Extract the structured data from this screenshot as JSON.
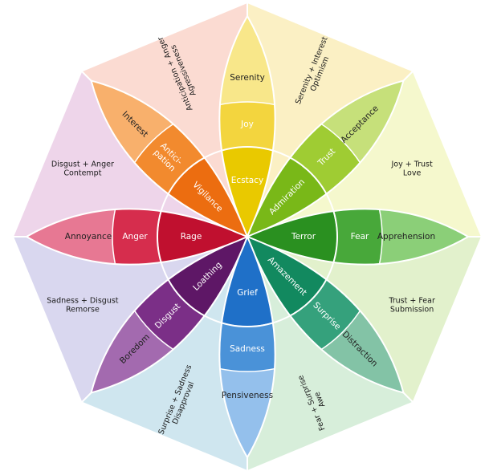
{
  "petals": [
    {
      "id": "joy",
      "color": "#f2cf12",
      "rings": [
        {
          "label": "Ecstacy",
          "color": "#e9c900",
          "dark": false
        },
        {
          "label": "Joy",
          "color": "#f3d53e",
          "dark": false
        },
        {
          "label": "Serenity",
          "color": "#f8e78a",
          "dark": true
        }
      ]
    },
    {
      "id": "trust",
      "color": "#8dc21f",
      "rings": [
        {
          "label": "Admiration",
          "color": "#79b818",
          "dark": false
        },
        {
          "label": "Trust",
          "color": "#9fcc33",
          "dark": false
        },
        {
          "label": "Acceptance",
          "color": "#c6e07a",
          "dark": true
        }
      ]
    },
    {
      "id": "fear",
      "color": "#2f9a24",
      "rings": [
        {
          "label": "Terror",
          "color": "#2a9020",
          "dark": false
        },
        {
          "label": "Fear",
          "color": "#48a83a",
          "dark": false
        },
        {
          "label": "Apprehension",
          "color": "#8bcf78",
          "dark": true
        }
      ]
    },
    {
      "id": "surprise",
      "color": "#16946a",
      "rings": [
        {
          "label": "Amazement",
          "color": "#12895f",
          "dark": false
        },
        {
          "label": "Surprise",
          "color": "#35a17c",
          "dark": false
        },
        {
          "label": "Distraction",
          "color": "#83c3a6",
          "dark": true
        }
      ]
    },
    {
      "id": "sadness",
      "color": "#2b7fd0",
      "rings": [
        {
          "label": "Grief",
          "color": "#1f70c8",
          "dark": false
        },
        {
          "label": "Sadness",
          "color": "#4a92d8",
          "dark": false
        },
        {
          "label": "Pensiveness",
          "color": "#94c0ec",
          "dark": true
        }
      ]
    },
    {
      "id": "disgust",
      "color": "#6a1e77",
      "rings": [
        {
          "label": "Loathing",
          "color": "#5e1766",
          "dark": false
        },
        {
          "label": "Disgust",
          "color": "#7b2f87",
          "dark": false
        },
        {
          "label": "Boredom",
          "color": "#a36aaf",
          "dark": true
        }
      ]
    },
    {
      "id": "anger",
      "color": "#cc1939",
      "rings": [
        {
          "label": "Rage",
          "color": "#c0102f",
          "dark": false
        },
        {
          "label": "Anger",
          "color": "#d62d4d",
          "dark": false
        },
        {
          "label": "Annoyance",
          "color": "#e77893",
          "dark": true
        }
      ]
    },
    {
      "id": "anticipation",
      "color": "#f07a1a",
      "rings": [
        {
          "label": "Vigilance",
          "color": "#ec6d10",
          "dark": false
        },
        {
          "label": "Antici-\npation",
          "color": "#f28a2e",
          "dark": false
        },
        {
          "label": "Interest",
          "color": "#f8b06c",
          "dark": true
        }
      ]
    }
  ],
  "octants": [
    {
      "color": "#fbf0c4",
      "text": "Serenity + Interest\nOptimism"
    },
    {
      "color": "#f5f8cd",
      "text": "Joy + Trust\nLove"
    },
    {
      "color": "#e2f1cc",
      "text": "Trust + Fear\nSubmission"
    },
    {
      "color": "#d7eeda",
      "text": "Fear + Surprise\nAwe"
    },
    {
      "color": "#cfe6ef",
      "text": "Surprise + Sadness\nDisapproval"
    },
    {
      "color": "#d9d7ef",
      "text": "Sadness + Disgust\nRemorse"
    },
    {
      "color": "#eed5ea",
      "text": "Disgust + Anger\nContempt"
    },
    {
      "color": "#fbdbd2",
      "text": "Anticipation + Anger\nAgressiveness"
    }
  ]
}
